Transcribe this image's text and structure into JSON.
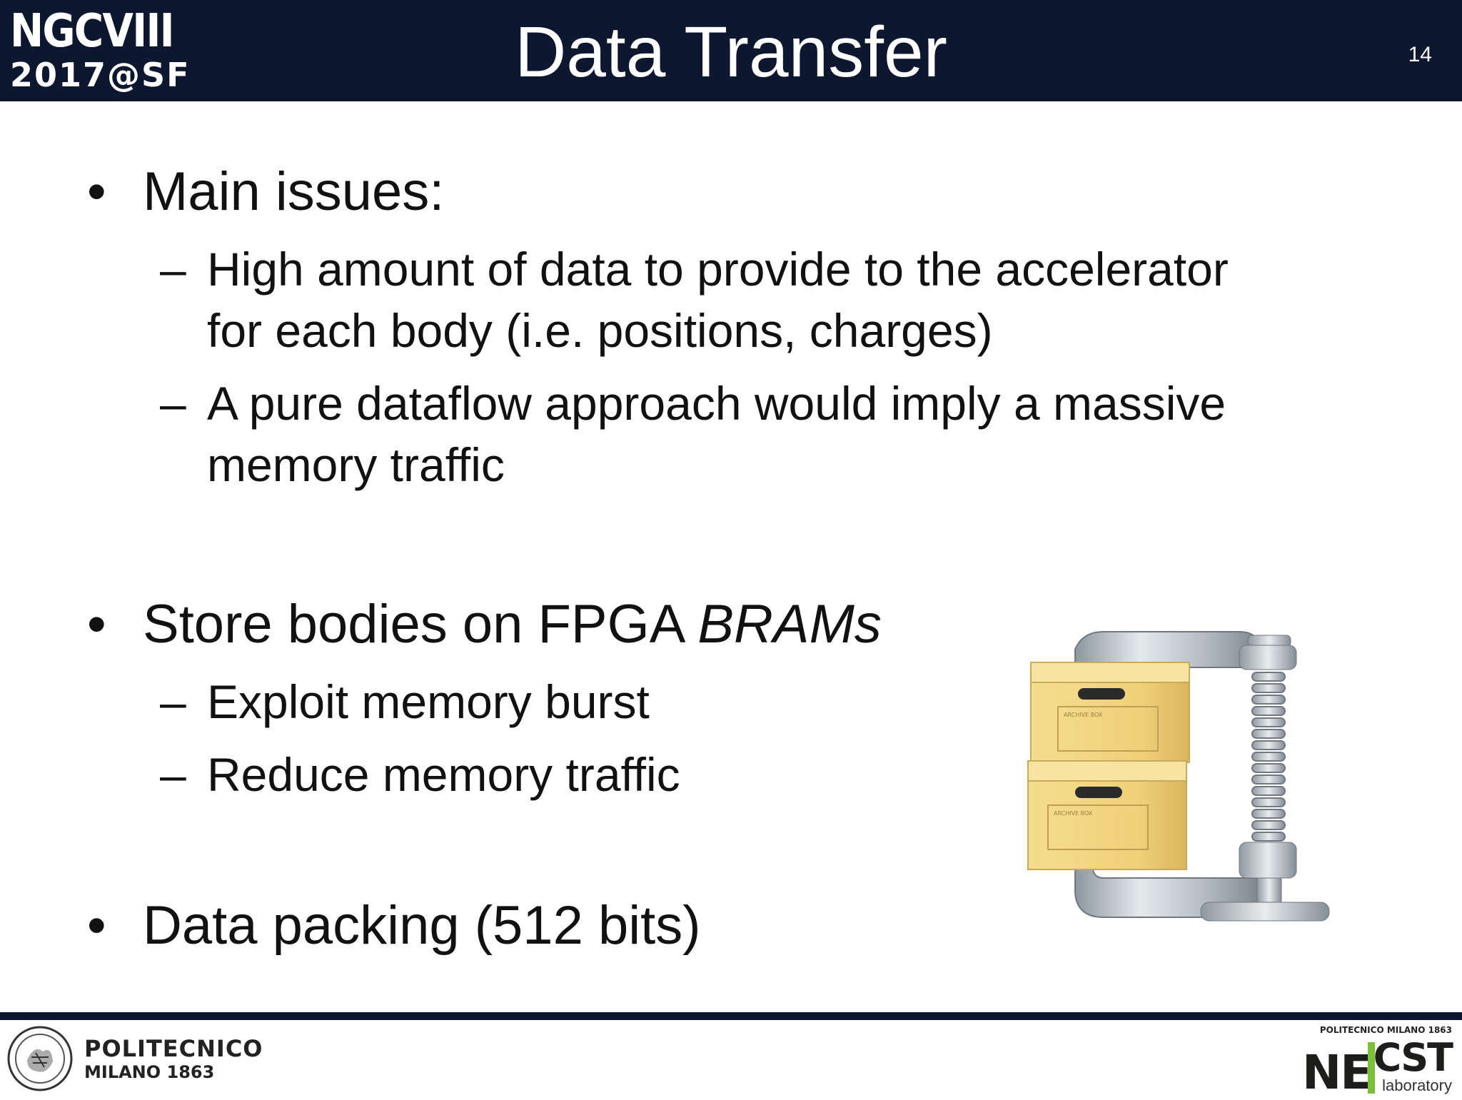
{
  "header": {
    "conf_line1": "NGCVIII",
    "conf_line2": "2017@SF",
    "title": "Data Transfer",
    "slide_number": "14"
  },
  "bullets": [
    {
      "text": "Main issues:",
      "sub": [
        {
          "line1": "High amount of data to provide to the accelerator",
          "line2": "for each body (i.e. positions, charges)"
        },
        {
          "line1": "A pure dataflow approach would imply a massive",
          "line2": "memory traffic"
        }
      ]
    },
    {
      "text": "Store bodies on FPGA ",
      "emphasis": "BRAMs",
      "sub": [
        {
          "line1": "Exploit memory burst"
        },
        {
          "line1": "Reduce memory traffic"
        }
      ]
    },
    {
      "text": "Data packing (512 bits)"
    }
  ],
  "illustration": {
    "icon": "archive-clamp-icon",
    "box_label_top": "ARCHIVE BOX",
    "box_label_bottom": "ARCHIVE BOX"
  },
  "footer": {
    "left_logo_line1": "POLITECNICO",
    "left_logo_line2": "MILANO 1863",
    "right_logo_top": "POLITECNICO MILANO 1863",
    "right_logo_ne": "NE",
    "right_logo_cst": "CST",
    "right_logo_lab": "laboratory"
  },
  "colors": {
    "header_bg": "#0d1730",
    "text": "#111111",
    "necst_accent": "#7bbf3a"
  }
}
